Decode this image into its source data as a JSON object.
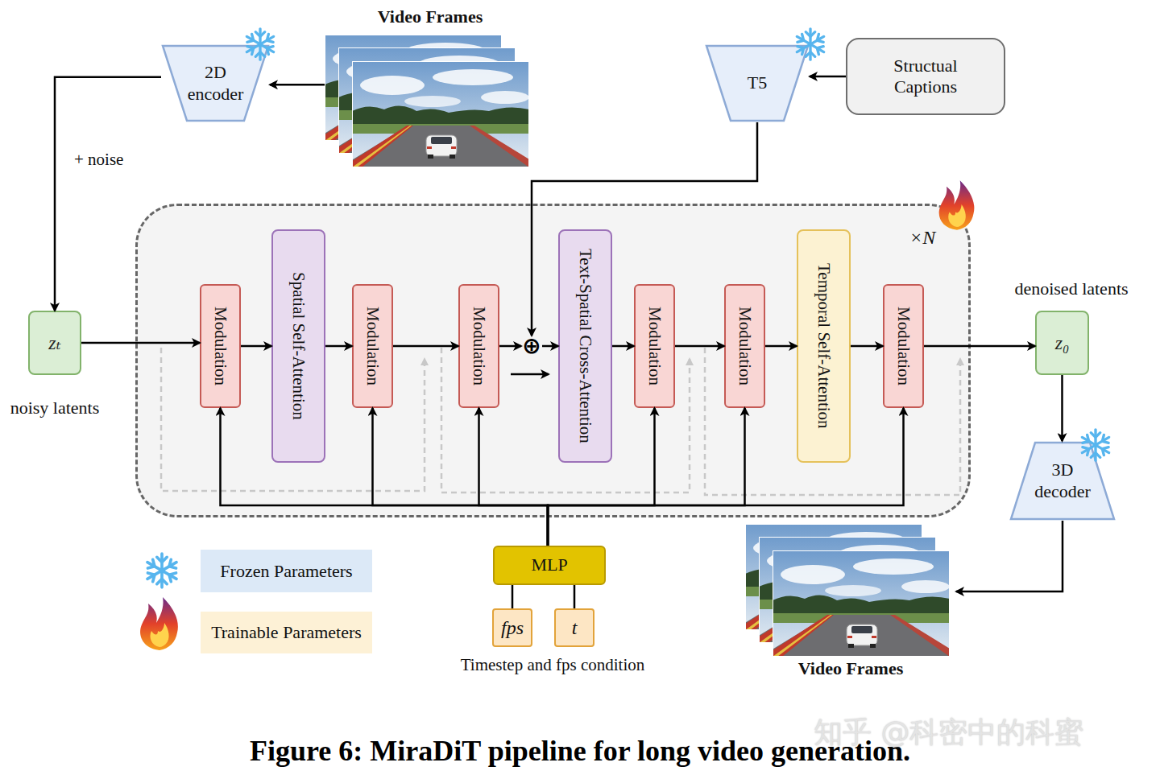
{
  "diagram": {
    "caption": "Figure 6: MiraDiT pipeline for long video generation.",
    "nodes": [
      {
        "text": [
          "2D encoder"
        ]
      },
      {
        "text": [
          "Video Frames"
        ]
      },
      {
        "text": [
          "T5"
        ]
      },
      {
        "text": [
          "Structual Captions"
        ]
      },
      {
        "text": [
          "zₜ",
          "noisy latents"
        ]
      },
      {
        "text": [
          "×N"
        ]
      },
      {
        "text": [
          "Modulation"
        ],
        "in": 5
      },
      {
        "text": [
          "Spatial Self-Attention"
        ],
        "in": 5
      },
      {
        "text": [
          "Modulation"
        ],
        "in": 5
      },
      {
        "text": [
          "Modulation"
        ],
        "in": 5
      },
      {
        "text": [
          "⊕"
        ],
        "in": 5
      },
      {
        "text": [
          "Text-Spatial Cross-Attention"
        ],
        "in": 5
      },
      {
        "text": [
          "Modulation"
        ],
        "in": 5
      },
      {
        "text": [
          "Modulation"
        ],
        "in": 5
      },
      {
        "text": [
          "Temporal Self-Attention"
        ],
        "in": 5
      },
      {
        "text": [
          "Modulation"
        ],
        "in": 5
      },
      {
        "text": [
          "denoised latents",
          "z₀"
        ]
      },
      {
        "text": [
          "3D decoder"
        ]
      },
      {
        "text": [
          "Video Frames"
        ]
      },
      {
        "text": [
          "MLP"
        ]
      },
      {
        "text": [
          "fps"
        ]
      },
      {
        "text": [
          "t"
        ]
      }
    ],
    "edges": [
      {
        "from": 1,
        "to": 0,
        "arrow": "to"
      },
      {
        "from": 0,
        "to": 4,
        "label": "+ noise",
        "arrow": "to"
      },
      {
        "from": 3,
        "to": 2,
        "arrow": "to"
      },
      {
        "from": 2,
        "to": 10,
        "arrow": "to"
      },
      {
        "from": 4,
        "to": 6,
        "arrow": "to"
      },
      {
        "from": 6,
        "to": 7,
        "arrow": "to"
      },
      {
        "from": 7,
        "to": 8,
        "arrow": "to"
      },
      {
        "from": 8,
        "to": 9,
        "arrow": "to"
      },
      {
        "from": 9,
        "to": 10,
        "arrow": "to"
      },
      {
        "from": 10,
        "to": 11,
        "arrow": "to"
      },
      {
        "from": 11,
        "to": 12,
        "arrow": "to"
      },
      {
        "from": 12,
        "to": 13,
        "arrow": "to"
      },
      {
        "from": 13,
        "to": 14,
        "arrow": "to"
      },
      {
        "from": 14,
        "to": 15,
        "arrow": "to"
      },
      {
        "from": 15,
        "to": 16,
        "arrow": "to"
      },
      {
        "from": 16,
        "to": 17,
        "arrow": "to"
      },
      {
        "from": 17,
        "to": 18,
        "arrow": "to"
      },
      {
        "from": 19,
        "to": 6,
        "arrow": "to"
      },
      {
        "from": 19,
        "to": 8,
        "arrow": "to"
      },
      {
        "from": 19,
        "to": 9,
        "arrow": "to"
      },
      {
        "from": 19,
        "to": 12,
        "arrow": "to"
      },
      {
        "from": 19,
        "to": 13,
        "arrow": "to"
      },
      {
        "from": 19,
        "to": 15,
        "arrow": "to"
      },
      {
        "from": 20,
        "to": 19,
        "arrow": "none"
      },
      {
        "from": 21,
        "to": 19,
        "arrow": "none"
      }
    ],
    "labels": [
      "Timestep and fps condition",
      "知乎 @科密中的科蜜"
    ],
    "legend": [
      {
        "text": "Frozen Parameters",
        "color": "#dce9f7"
      },
      {
        "text": "Trainable Parameters",
        "color": "#fdf1d6"
      }
    ]
  }
}
